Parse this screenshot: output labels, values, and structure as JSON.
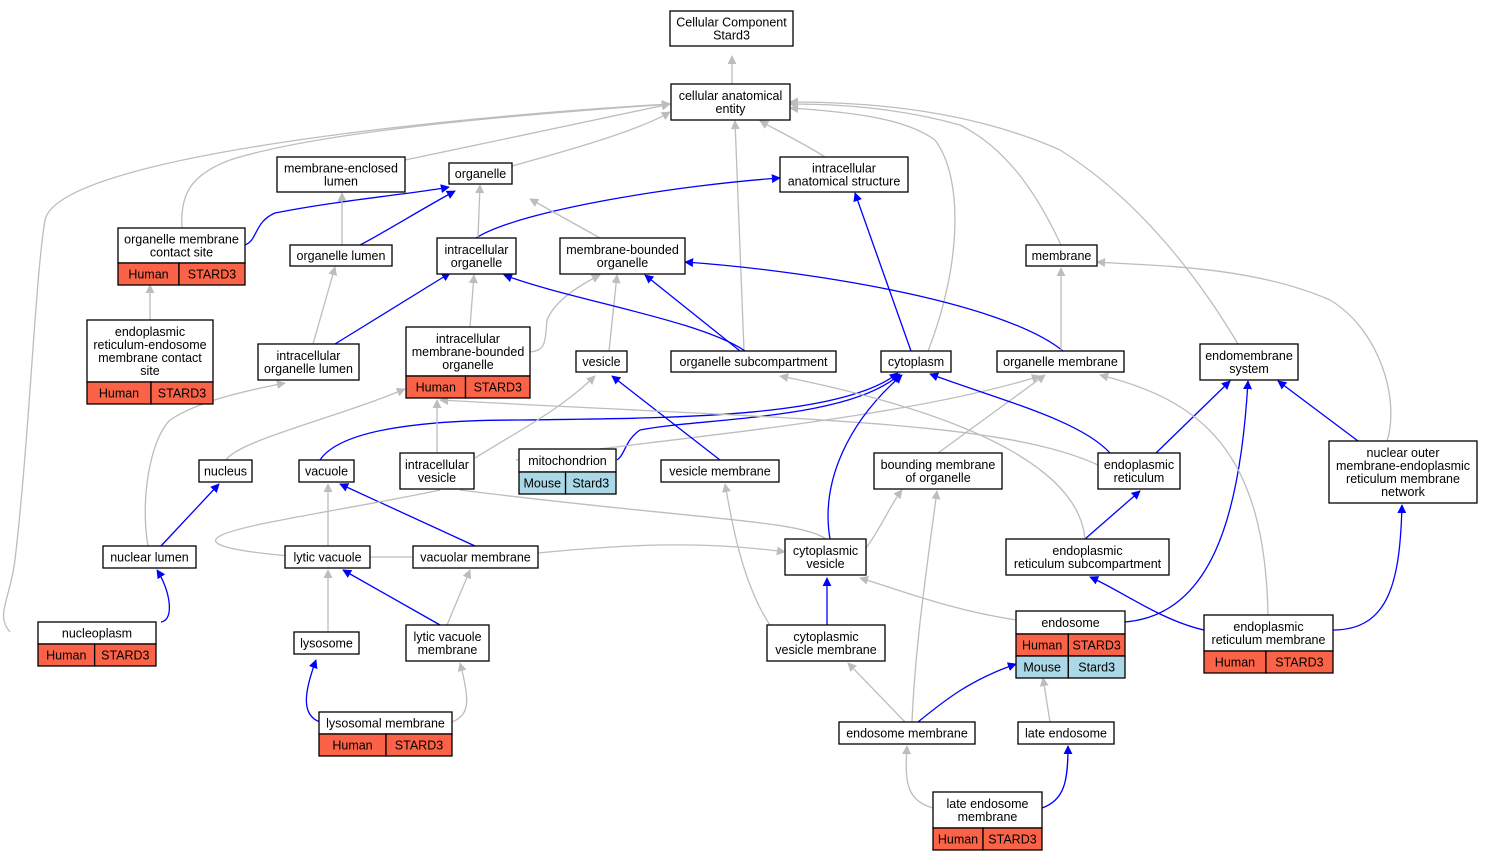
{
  "colors": {
    "human": "#fa6347",
    "mouse": "#aad8e6",
    "is_a_edge": "#bdbdbd",
    "part_of_edge": "#0000ff"
  },
  "nodes": {
    "root": [
      "Cellular Component",
      "Stard3"
    ],
    "cae": [
      "cellular anatomical",
      "entity"
    ],
    "mel": [
      "membrane-enclosed",
      "lumen"
    ],
    "organelle": [
      "organelle"
    ],
    "ias": [
      "intracellular",
      "anatomical structure"
    ],
    "omcs": [
      "organelle membrane",
      "contact site"
    ],
    "ol": [
      "organelle lumen"
    ],
    "io": [
      "intracellular",
      "organelle"
    ],
    "mbo": [
      "membrane-bounded",
      "organelle"
    ],
    "membrane": [
      "membrane"
    ],
    "eremcs": [
      "endoplasmic",
      "reticulum-endosome",
      "membrane contact",
      "site"
    ],
    "iol": [
      "intracellular",
      "organelle lumen"
    ],
    "imbo": [
      "intracellular",
      "membrane-bounded",
      "organelle"
    ],
    "vesicle": [
      "vesicle"
    ],
    "osc": [
      "organelle subcompartment"
    ],
    "cytoplasm": [
      "cytoplasm"
    ],
    "om": [
      "organelle membrane"
    ],
    "ems": [
      "endomembrane",
      "system"
    ],
    "nucleus": [
      "nucleus"
    ],
    "vacuole": [
      "vacuole"
    ],
    "iv": [
      "intracellular",
      "vesicle"
    ],
    "mito": [
      "mitochondrion"
    ],
    "vm": [
      "vesicle membrane"
    ],
    "bmo": [
      "bounding membrane",
      "of organelle"
    ],
    "er": [
      "endoplasmic",
      "reticulum"
    ],
    "nomer": [
      "nuclear outer",
      "membrane-endoplasmic",
      "reticulum membrane",
      "network"
    ],
    "nl": [
      "nuclear lumen"
    ],
    "lv": [
      "lytic vacuole"
    ],
    "vacm": [
      "vacuolar membrane"
    ],
    "cv": [
      "cytoplasmic",
      "vesicle"
    ],
    "ersc": [
      "endoplasmic",
      "reticulum subcompartment"
    ],
    "np": [
      "nucleoplasm"
    ],
    "lyso": [
      "lysosome"
    ],
    "lvm": [
      "lytic vacuole",
      "membrane"
    ],
    "cvm": [
      "cytoplasmic",
      "vesicle membrane"
    ],
    "endo": [
      "endosome"
    ],
    "erm": [
      "endoplasmic",
      "reticulum membrane"
    ],
    "lysm": [
      "lysosomal membrane"
    ],
    "endom": [
      "endosome membrane"
    ],
    "le": [
      "late endosome"
    ],
    "lem": [
      "late endosome",
      "membrane"
    ]
  },
  "annotations": {
    "omcs": [
      [
        "Human",
        "STARD3"
      ]
    ],
    "eremcs": [
      [
        "Human",
        "STARD3"
      ]
    ],
    "imbo": [
      [
        "Human",
        "STARD3"
      ]
    ],
    "mito": [
      [
        "Mouse",
        "Stard3"
      ]
    ],
    "np": [
      [
        "Human",
        "STARD3"
      ]
    ],
    "endo": [
      [
        "Human",
        "STARD3"
      ],
      [
        "Mouse",
        "Stard3"
      ]
    ],
    "erm": [
      [
        "Human",
        "STARD3"
      ]
    ],
    "lysm": [
      [
        "Human",
        "STARD3"
      ]
    ],
    "lem": [
      [
        "Human",
        "STARD3"
      ]
    ]
  }
}
